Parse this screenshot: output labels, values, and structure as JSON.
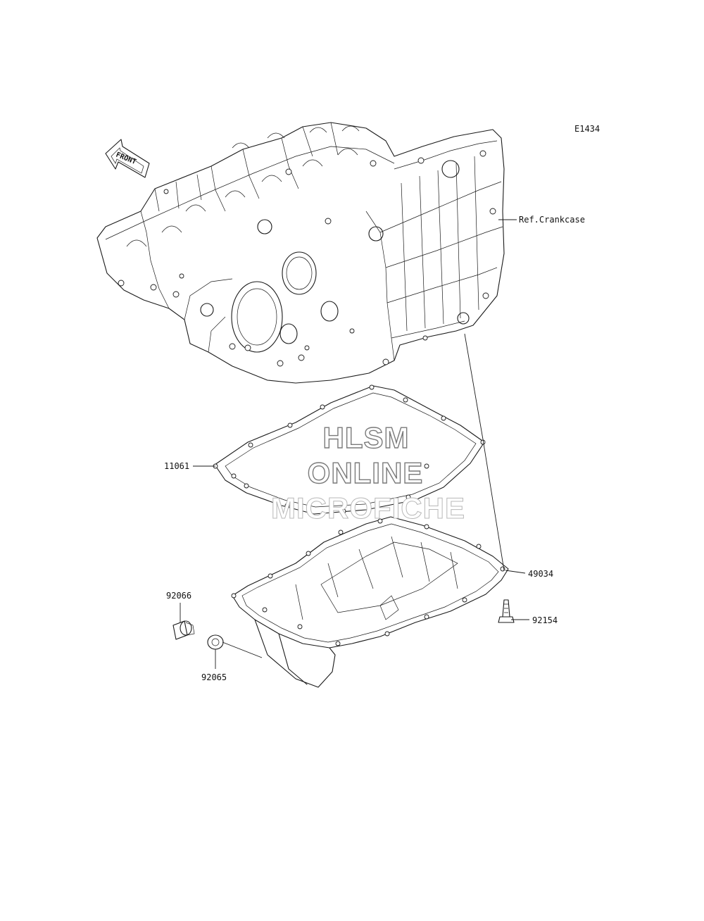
{
  "diagram": {
    "code": "E1434",
    "front_arrow_text": "FRONT",
    "callouts": {
      "ref_crankcase": "Ref.Crankcase",
      "part_11061": "11061",
      "part_49034": "49034",
      "part_92066": "92066",
      "part_92154": "92154",
      "part_92065": "92065"
    }
  },
  "watermark": {
    "line1": "HLSM",
    "line2": "ONLINE",
    "line3": "MICROFICHE"
  }
}
